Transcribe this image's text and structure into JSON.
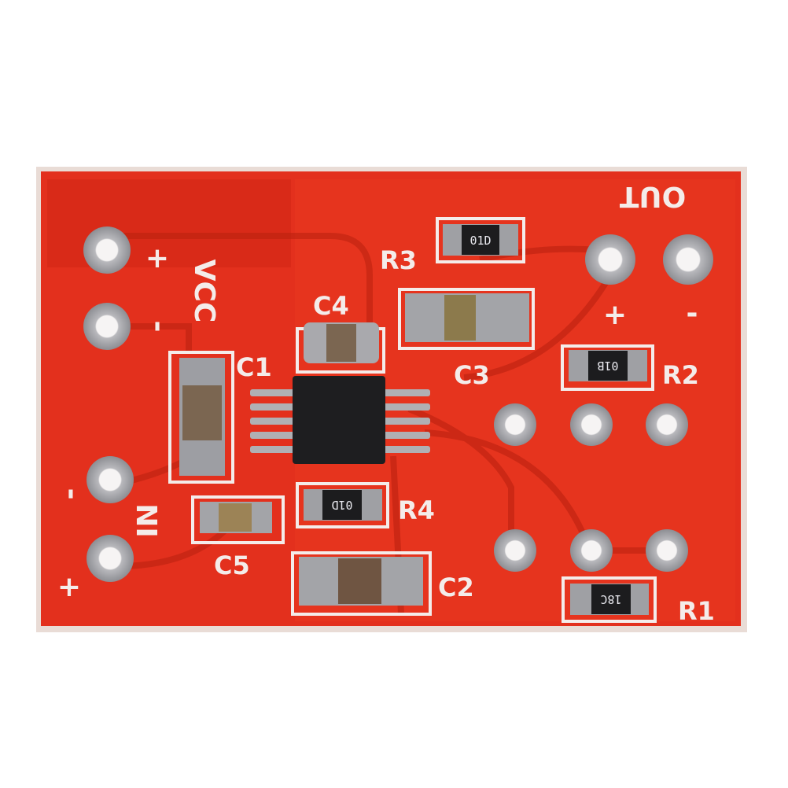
{
  "board": {
    "color": "#e3301d",
    "labels": {
      "vcc": "VCC",
      "vcc_plus": "+",
      "vcc_minus": "-",
      "out": "OUT",
      "out_plus": "+",
      "out_minus": "-",
      "in": "IN",
      "in_plus": "+",
      "in_minus": "-",
      "c1": "C1",
      "c2": "C2",
      "c3": "C3",
      "c4": "C4",
      "c5": "C5",
      "r1": "R1",
      "r2": "R2",
      "r3": "R3",
      "r4": "R4"
    },
    "resistor_codes": {
      "r1": "18C",
      "r2": "01B",
      "r3": "01D",
      "r4": "01D"
    }
  }
}
